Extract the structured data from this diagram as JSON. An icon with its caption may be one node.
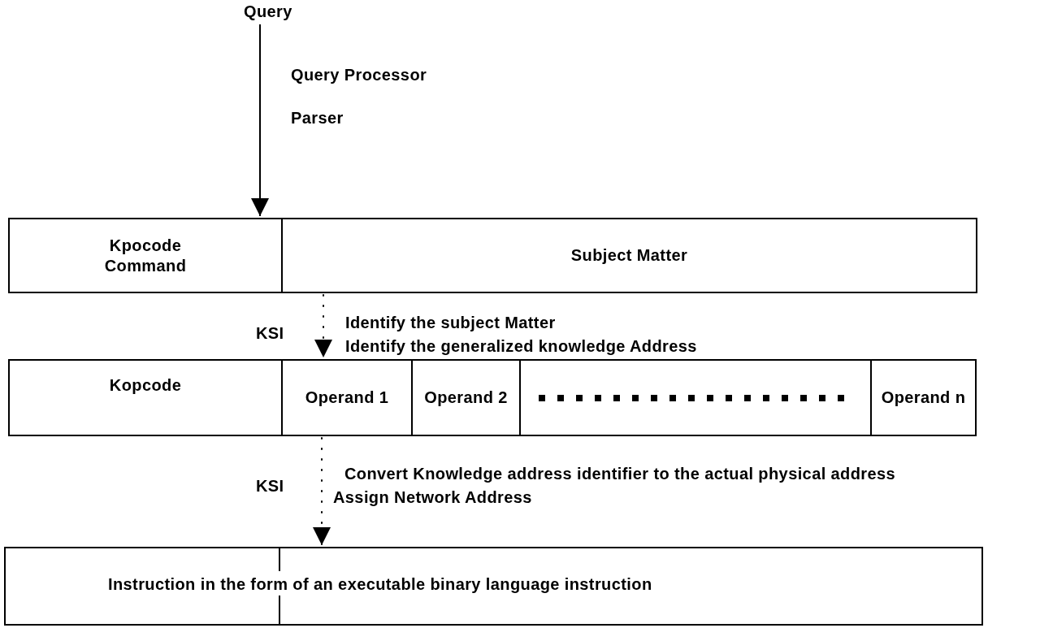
{
  "diagram": {
    "nodes": [
      {
        "text": [
          "Query"
        ]
      },
      {
        "text": [],
        "shape": "box"
      },
      {
        "text": [
          "Kpocode Command"
        ],
        "in": 1
      },
      {
        "text": [
          "Subject Matter"
        ],
        "in": 1
      },
      {
        "text": [],
        "shape": "box"
      },
      {
        "text": [
          "Kopcode"
        ],
        "in": 4
      },
      {
        "text": [
          "Operand 1"
        ],
        "in": 4
      },
      {
        "text": [
          "Operand 2"
        ],
        "in": 4
      },
      {
        "text": [],
        "shape": "box",
        "in": 4
      },
      {
        "text": [
          "Operand n"
        ],
        "in": 4
      },
      {
        "text": [
          "Instruction in the form of an executable binary language instruction"
        ]
      }
    ],
    "edges": [
      {
        "from": 0,
        "to": 1,
        "arrow": "to"
      },
      {
        "from": 1,
        "to": 4,
        "arrow": "to",
        "style": "dashed"
      },
      {
        "from": 4,
        "to": 10,
        "arrow": "to",
        "style": "dashed"
      }
    ],
    "labels": [
      "Query Processor",
      "Parser",
      "KSI",
      "Identify the subject Matter",
      "Identify the generalized knowledge Address",
      "KSI",
      "Convert Knowledge address identifier to the actual physical address",
      "Assign Network Address"
    ]
  }
}
